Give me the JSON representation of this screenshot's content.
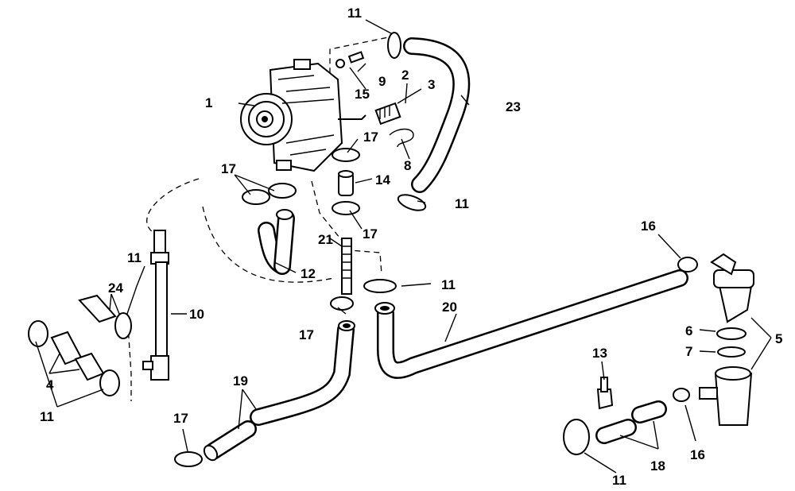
{
  "diagram": {
    "callouts": [
      {
        "id": "c1",
        "text": "1"
      },
      {
        "id": "c2",
        "text": "2"
      },
      {
        "id": "c3",
        "text": "3"
      },
      {
        "id": "c4",
        "text": "4"
      },
      {
        "id": "c5",
        "text": "5"
      },
      {
        "id": "c6",
        "text": "6"
      },
      {
        "id": "c7",
        "text": "7"
      },
      {
        "id": "c8",
        "text": "8"
      },
      {
        "id": "c9",
        "text": "9"
      },
      {
        "id": "c10",
        "text": "10"
      },
      {
        "id": "c11a",
        "text": "11"
      },
      {
        "id": "c11b",
        "text": "11"
      },
      {
        "id": "c11c",
        "text": "11"
      },
      {
        "id": "c11d",
        "text": "11"
      },
      {
        "id": "c11e",
        "text": "11"
      },
      {
        "id": "c11f",
        "text": "11"
      },
      {
        "id": "c12",
        "text": "12"
      },
      {
        "id": "c13",
        "text": "13"
      },
      {
        "id": "c14",
        "text": "14"
      },
      {
        "id": "c15",
        "text": "15"
      },
      {
        "id": "c16a",
        "text": "16"
      },
      {
        "id": "c16b",
        "text": "16"
      },
      {
        "id": "c17a",
        "text": "17"
      },
      {
        "id": "c17b",
        "text": "17"
      },
      {
        "id": "c17c",
        "text": "17"
      },
      {
        "id": "c17d",
        "text": "17"
      },
      {
        "id": "c17e",
        "text": "17"
      },
      {
        "id": "c18",
        "text": "18"
      },
      {
        "id": "c19",
        "text": "19"
      },
      {
        "id": "c20",
        "text": "20"
      },
      {
        "id": "c21",
        "text": "21"
      },
      {
        "id": "c23",
        "text": "23"
      },
      {
        "id": "c24",
        "text": "24"
      }
    ]
  }
}
